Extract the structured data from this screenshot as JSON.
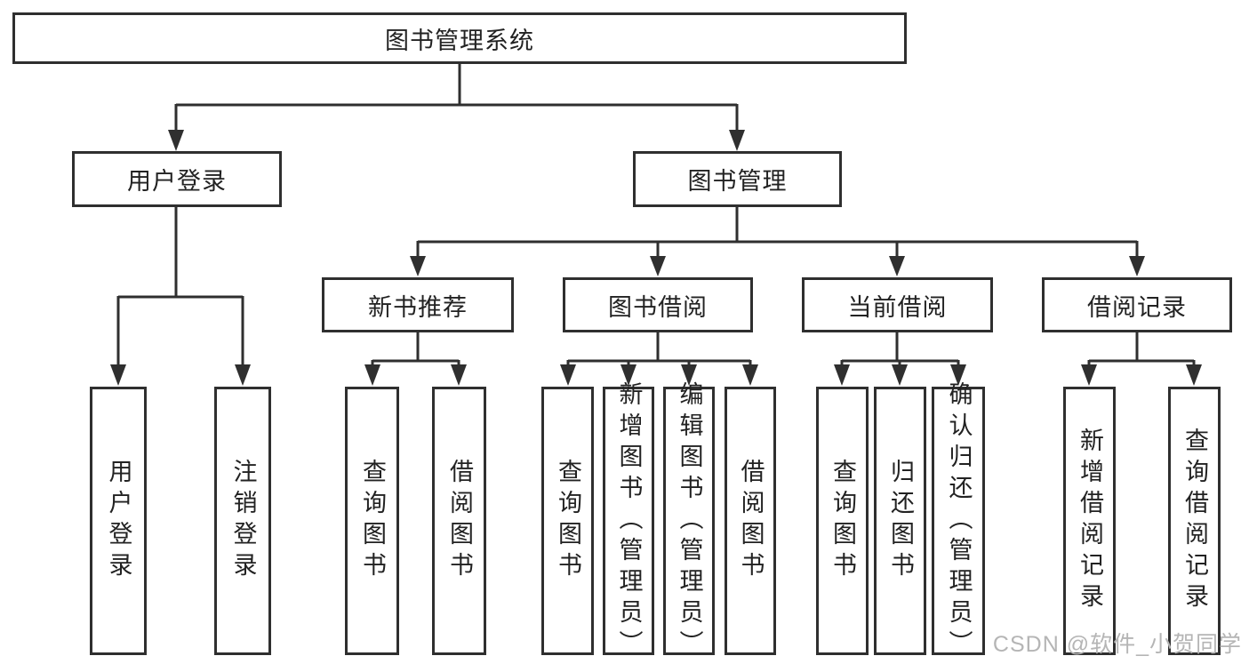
{
  "tree": {
    "root": {
      "label": "图书管理系统"
    },
    "branches": [
      {
        "label": "用户登录",
        "children": [
          {
            "label": "用户登录"
          },
          {
            "label": "注销登录"
          }
        ]
      },
      {
        "label": "图书管理",
        "children": [
          {
            "label": "新书推荐",
            "children": [
              {
                "label": "查询图书"
              },
              {
                "label": "借阅图书"
              }
            ]
          },
          {
            "label": "图书借阅",
            "children": [
              {
                "label": "查询图书"
              },
              {
                "label": "新增图书（管理员）"
              },
              {
                "label": "编辑图书（管理员）"
              },
              {
                "label": "借阅图书"
              }
            ]
          },
          {
            "label": "当前借阅",
            "children": [
              {
                "label": "查询图书"
              },
              {
                "label": "归还图书"
              },
              {
                "label": "确认归还（管理员）"
              }
            ]
          },
          {
            "label": "借阅记录",
            "children": [
              {
                "label": "新增借阅记录"
              },
              {
                "label": "查询借阅记录"
              }
            ]
          }
        ]
      }
    ]
  },
  "watermark": {
    "label": "CSDN @软件_小贺同学"
  },
  "colors": {
    "line": "#2f2f2f",
    "text": "#222222",
    "watermark_color": "#b5b5b5",
    "background": "#ffffff"
  }
}
